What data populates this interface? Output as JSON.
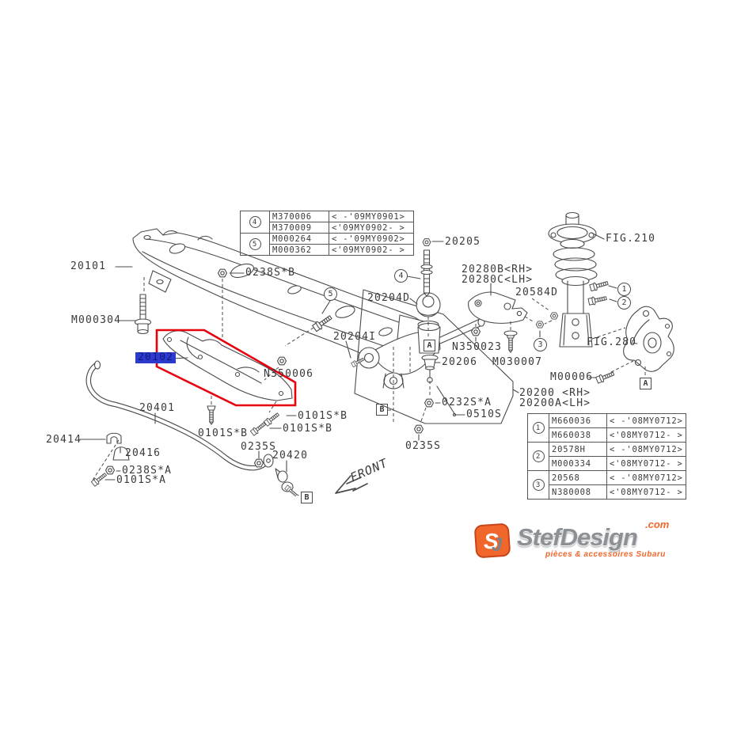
{
  "diagram": {
    "selected_part": {
      "number": "20102",
      "selection_bg": "#2c3ad0",
      "highlight_color": "#e8000d"
    },
    "direction_label": "FRONT",
    "figure_refs": {
      "fig210": "FIG.210",
      "fig280": "FIG.280"
    },
    "ref_boxes": {
      "a": "A",
      "b": "B"
    },
    "callouts": {
      "n1": "1",
      "n2": "2",
      "n3": "3",
      "n4": "4",
      "n5": "5"
    },
    "part_labels": {
      "p20101": "20101",
      "s0238b": "0238S*B",
      "m000304": "M000304",
      "n350006": "N350006",
      "p20205": "20205",
      "p20204d": "20204D",
      "p20204i": "20204I",
      "p20280b": "20280B<RH>",
      "p20280c": "20280C<LH>",
      "p20584d": "20584D",
      "n350023": "N350023",
      "m030007": "M030007",
      "p20206": "20206",
      "m00006": "M00006",
      "p20200rh": "20200 <RH>",
      "p20200lh": "20200A<LH>",
      "s0232a": "0232S*A",
      "s0510": "0510S",
      "s0235": "0235S",
      "p20401": "20401",
      "p20414": "20414",
      "p20416": "20416",
      "s0238a": "0238S*A",
      "s0101a": "0101S*A",
      "s0101b": "0101S*B",
      "p20420": "20420"
    }
  },
  "tables": {
    "top": {
      "rows": [
        {
          "callout": "4",
          "part": "M370006",
          "applicability": "< -'09MY0901>"
        },
        {
          "callout": "4",
          "part": "M370009",
          "applicability": "<'09MY0902- >"
        },
        {
          "callout": "5",
          "part": "M000264",
          "applicability": "< -'09MY0902>"
        },
        {
          "callout": "5",
          "part": "M000362",
          "applicability": "<'09MY0902- >"
        }
      ]
    },
    "bottom": {
      "rows": [
        {
          "callout": "1",
          "part": "M660036",
          "applicability": "< -'08MY0712>"
        },
        {
          "callout": "1",
          "part": "M660038",
          "applicability": "<'08MY0712- >"
        },
        {
          "callout": "2",
          "part": "20578H",
          "applicability": "< -'08MY0712>"
        },
        {
          "callout": "2",
          "part": "M000334",
          "applicability": "<'08MY0712- >"
        },
        {
          "callout": "3",
          "part": "20568",
          "applicability": "< -'08MY0712>"
        },
        {
          "callout": "3",
          "part": "N380008",
          "applicability": "<'08MY0712- >"
        }
      ]
    }
  },
  "logo": {
    "name": "StefDesign",
    "tld": ".com",
    "tagline": "pièces & accessoires Subaru",
    "accent_color": "#f1662a"
  }
}
